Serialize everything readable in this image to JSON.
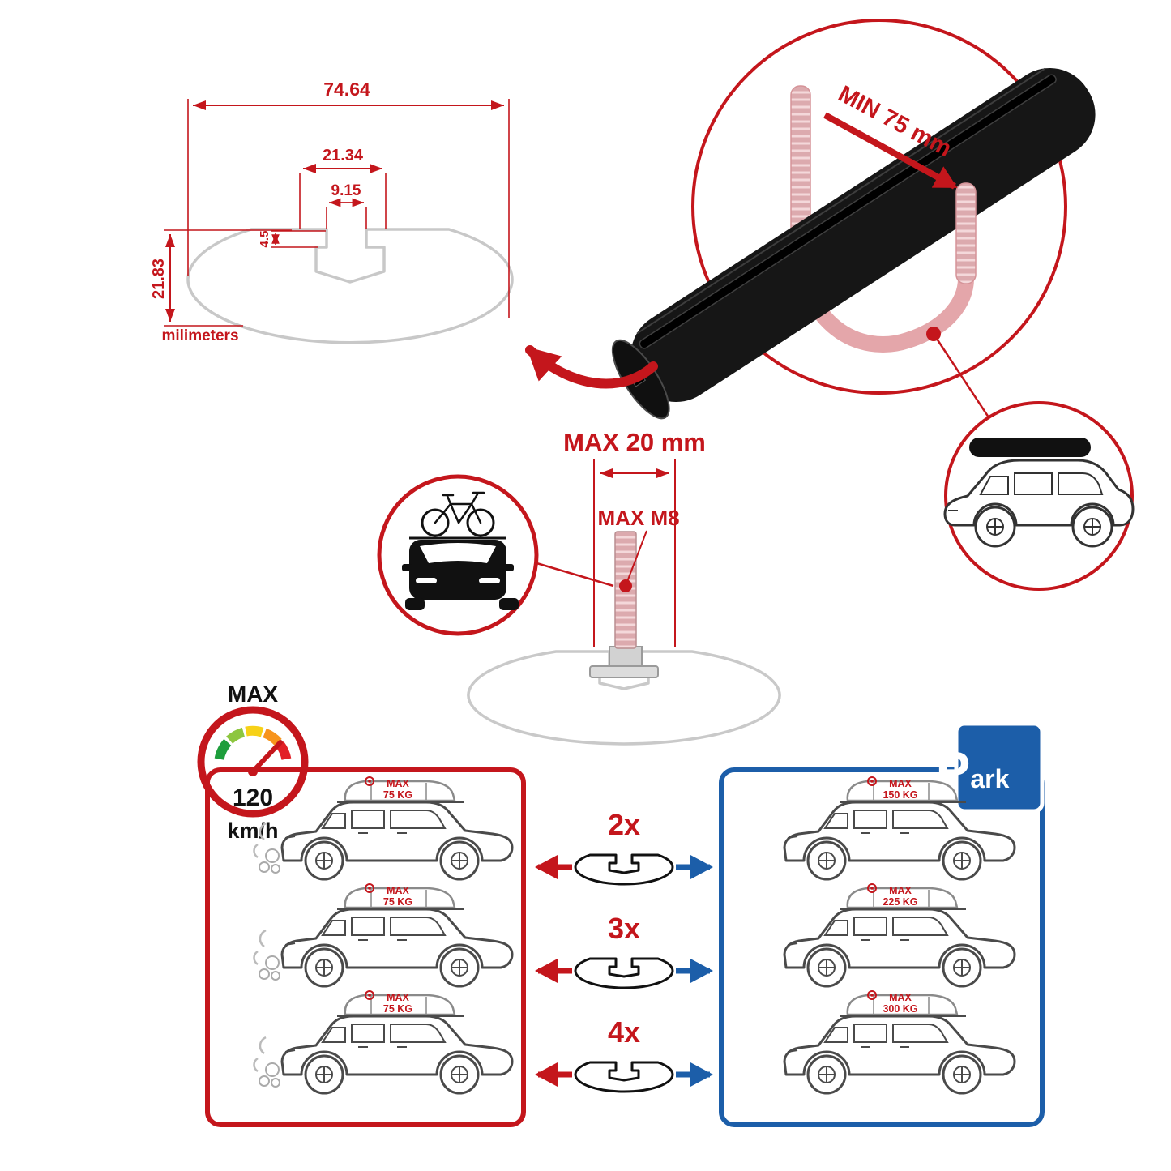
{
  "colors": {
    "red": "#c4161c",
    "blue": "#1c5ea9",
    "gray": "#c8c8c8",
    "dark": "#111111"
  },
  "cross_section": {
    "width_total": "74.64",
    "plateau_width": "21.34",
    "slot_width": "9.15",
    "slot_depth": "4.5",
    "height_total": "21.83",
    "units": "milimeters"
  },
  "clamp": {
    "min_width": "MIN 75 mm"
  },
  "bolt": {
    "max_length": "MAX 20 mm",
    "max_thread": "MAX M8"
  },
  "speed": {
    "label": "MAX",
    "value": "120",
    "units": "km/h"
  },
  "parking": {
    "letter": "P",
    "rest": "ark"
  },
  "loads": {
    "max_word": "MAX",
    "rows": [
      {
        "qty": "2x",
        "moving": "75 KG",
        "parked": "150 KG"
      },
      {
        "qty": "3x",
        "moving": "75 KG",
        "parked": "225 KG"
      },
      {
        "qty": "4x",
        "moving": "75 KG",
        "parked": "300 KG"
      }
    ]
  }
}
